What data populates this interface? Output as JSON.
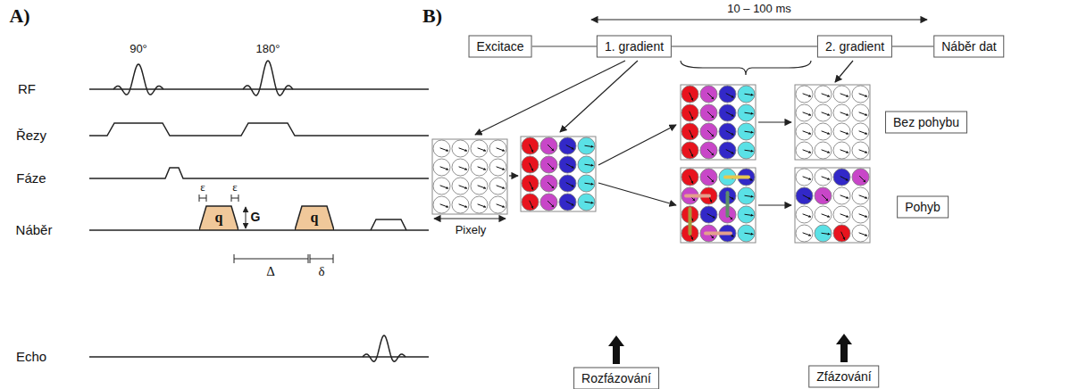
{
  "diagram": {
    "nodes": [
      {
        "text": [
          "Excitace"
        ]
      },
      {
        "text": [
          "1. gradient"
        ]
      },
      {
        "text": [
          "2. gradient"
        ]
      },
      {
        "text": [
          "Náběr dat"
        ]
      },
      {
        "text": [
          "Bez pohybu"
        ]
      },
      {
        "text": [
          "Pohyb"
        ]
      },
      {
        "text": [
          "Rozfázování"
        ]
      },
      {
        "text": [
          "Zfázování"
        ]
      },
      {
        "text": [
          "q"
        ]
      },
      {
        "text": [
          "q"
        ]
      }
    ],
    "edges": [
      {
        "from": 0,
        "to": 1,
        "arrow": "none"
      },
      {
        "from": 1,
        "to": 2,
        "arrow": "none"
      },
      {
        "from": 2,
        "to": 3,
        "arrow": "none"
      }
    ],
    "labels": [
      "A)",
      "90°",
      "180°",
      "RF",
      "Řezy",
      "Fáze",
      "Náběr",
      "Echo",
      "ε",
      "ε",
      "G",
      "Δ",
      "δ",
      "B)",
      "10 – 100 ms",
      "Pixely"
    ]
  }
}
